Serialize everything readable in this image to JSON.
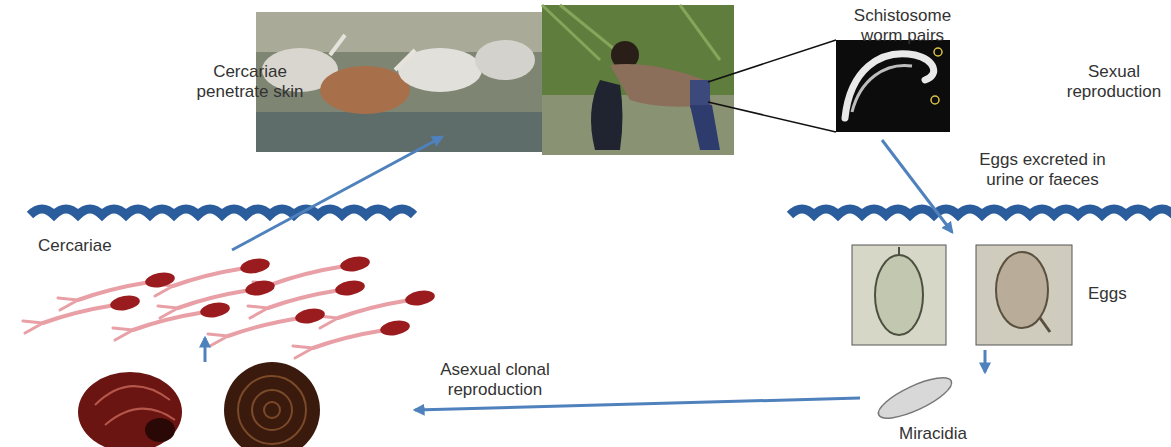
{
  "diagram": {
    "labels": [
      "Cercariae penetrate skin",
      "Schistosome worm pairs",
      "Sexual reproduction",
      "Eggs excreted in urine or faeces",
      "Eggs",
      "Cercariae",
      "Asexual clonal reproduction",
      "Miracidia"
    ]
  }
}
